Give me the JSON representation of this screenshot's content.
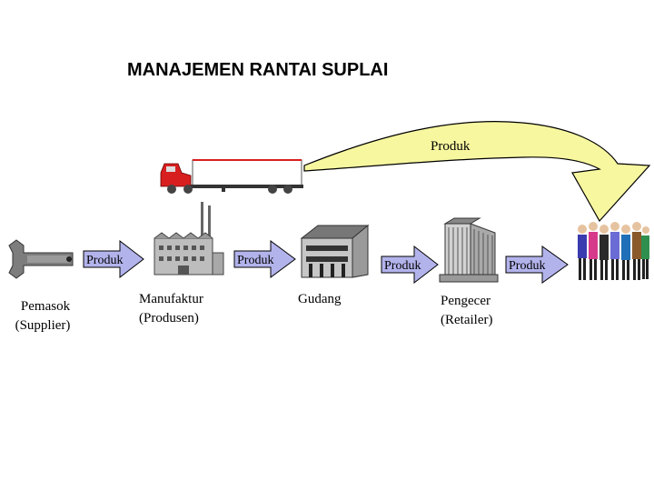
{
  "title": "MANAJEMEN RANTAI SUPLAI",
  "arrow_label": "Produk",
  "return_flow_label": "Produk",
  "nodes": [
    {
      "line1": "Pemasok",
      "line2": "(Supplier)",
      "icon": "wrench-icon"
    },
    {
      "line1": "Manufaktur",
      "line2": "(Produsen)",
      "icon": "factory-icon"
    },
    {
      "line1": "Gudang",
      "line2": "",
      "icon": "warehouse-icon"
    },
    {
      "line1": "Pengecer",
      "line2": "(Retailer)",
      "icon": "retail-building-icon"
    },
    {
      "line1": "",
      "line2": "",
      "icon": "consumers-group-icon"
    }
  ],
  "colors": {
    "arrow_fill": "#b3b3ec",
    "curve_fill": "#f7f7a0",
    "truck_red": "#d81f1f",
    "icon_gray": "#7d7d7d"
  }
}
